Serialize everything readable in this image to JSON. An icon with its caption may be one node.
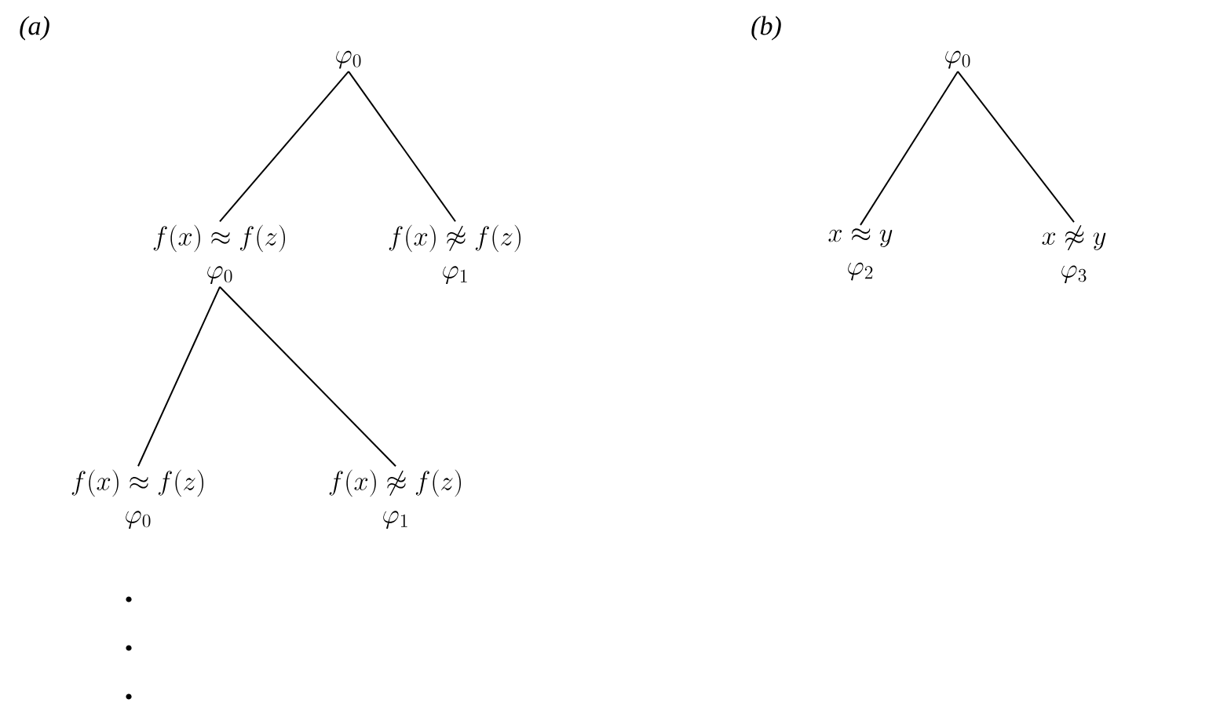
{
  "diagram": {
    "nodes": [
      {
        "text": [
          "\\varphi_0"
        ]
      },
      {
        "text": [
          "f(x) \\approx f(z)"
        ],
        "beside": [
          "\\varphi_0"
        ]
      },
      {
        "text": [
          "f(x) \\not\\approx f(z)"
        ],
        "beside": [
          "\\varphi_1"
        ]
      },
      {
        "text": [
          "f(x) \\approx f(z)"
        ],
        "beside": [
          "\\varphi_0"
        ]
      },
      {
        "text": [
          "f(x) \\not\\approx f(z)"
        ],
        "beside": [
          "\\varphi_1"
        ]
      },
      {
        "text": [
          "\\varphi_0"
        ]
      },
      {
        "text": [
          "x \\approx y"
        ],
        "beside": [
          "\\varphi_2"
        ]
      },
      {
        "text": [
          "x \\not\\approx y"
        ],
        "beside": [
          "\\varphi_3"
        ]
      }
    ],
    "edges": [
      {
        "from": 0,
        "to": 1,
        "arrow": "none"
      },
      {
        "from": 0,
        "to": 2,
        "arrow": "none"
      },
      {
        "from": 1,
        "to": 3,
        "arrow": "none"
      },
      {
        "from": 1,
        "to": 4,
        "arrow": "none"
      },
      {
        "from": 5,
        "to": 6,
        "arrow": "none"
      },
      {
        "from": 5,
        "to": 7,
        "arrow": "none"
      }
    ],
    "labels": [
      "(a)",
      "(b)"
    ]
  }
}
